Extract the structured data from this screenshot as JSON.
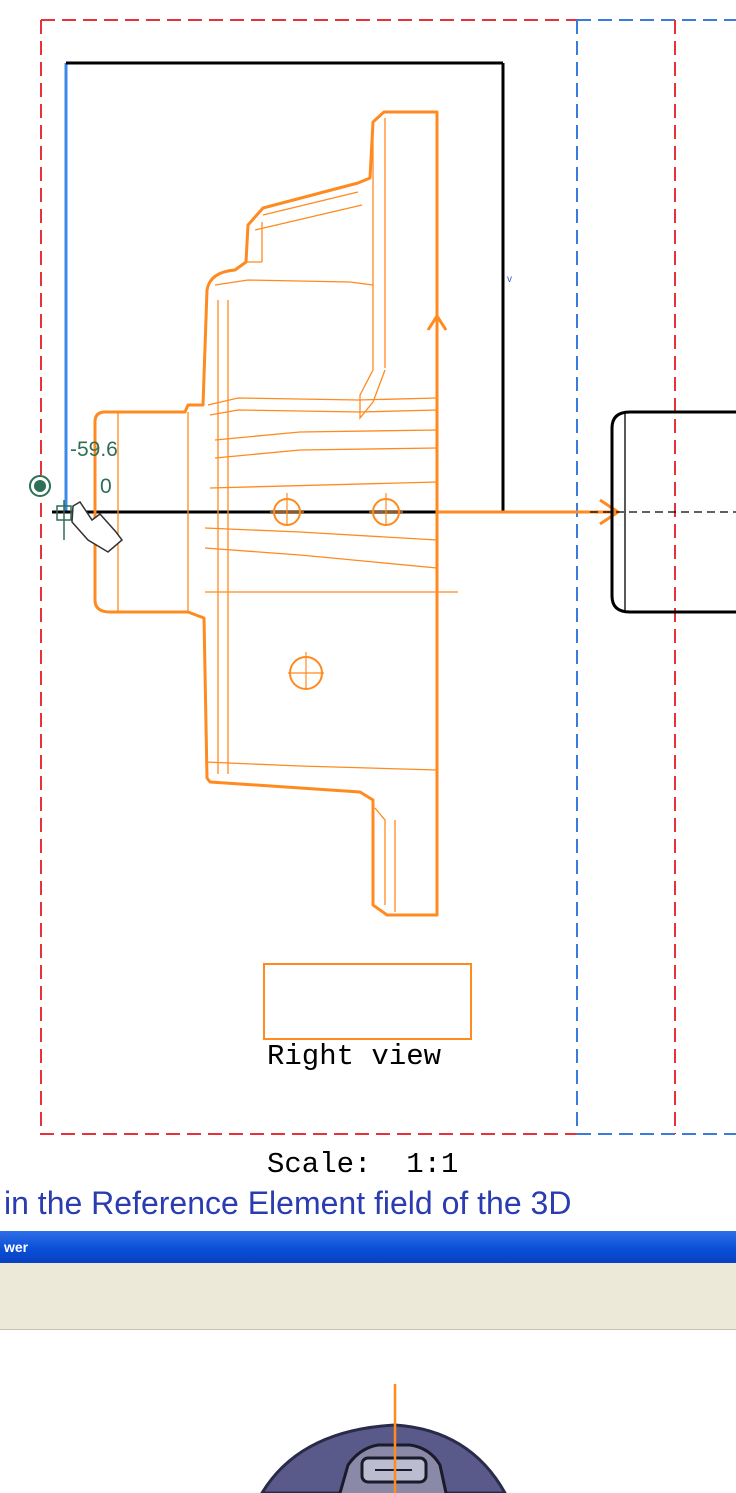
{
  "drawing": {
    "coordinate_readout": {
      "x": "-59.6",
      "y": "0"
    },
    "view_label": {
      "name": "Right view",
      "scale": "Scale:  1:1"
    },
    "axis_label": "v",
    "colors": {
      "highlight": "#ff8a1f",
      "frame_red": "#e8323a",
      "frame_blue": "#3b7be0",
      "axis_blue": "#3b8ae8",
      "geometry": "#000000"
    }
  },
  "instruction": {
    "text": " in the Reference Element field of the 3D"
  },
  "viewer": {
    "title": "wer",
    "colors": {
      "titlebar": "#0a4fd8",
      "toolbar": "#ece9d8",
      "part": "#5a5a8a"
    }
  },
  "icons": [
    "hand-pointer-icon",
    "pivot-target-icon",
    "direction-arrow-icon"
  ]
}
